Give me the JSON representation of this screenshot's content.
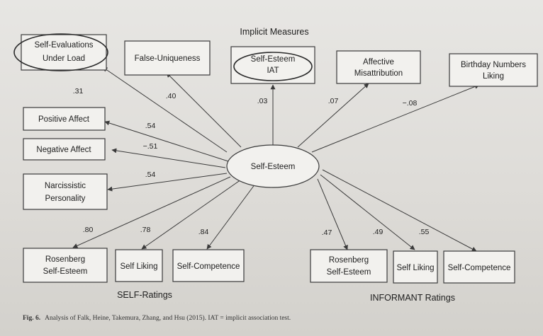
{
  "headings": {
    "implicit": "Implicit Measures",
    "self_ratings": "SELF-Ratings",
    "informant": "INFORMANT Ratings"
  },
  "center": {
    "label": "Self-Esteem"
  },
  "nodes": {
    "self_eval": [
      "Self-Evaluations",
      "Under Load"
    ],
    "false_uniq": [
      "False-Uniqueness"
    ],
    "se_iat": [
      "Self-Esteem",
      "IAT"
    ],
    "affective": [
      "Affective",
      "Misattribution"
    ],
    "birthday": [
      "Birthday Numbers",
      "Liking"
    ],
    "pos_affect": [
      "Positive Affect"
    ],
    "neg_affect": [
      "Negative Affect"
    ],
    "narciss": [
      "Narcissistic",
      "Personality"
    ],
    "ros_self": [
      "Rosenberg",
      "Self-Esteem"
    ],
    "liking_self": [
      "Self Liking"
    ],
    "comp_self": [
      "Self-Competence"
    ],
    "ros_inf": [
      "Rosenberg",
      "Self-Esteem"
    ],
    "liking_inf": [
      "Self Liking"
    ],
    "comp_inf": [
      "Self-Competence"
    ]
  },
  "coefficients": {
    "self_eval": ".31",
    "false_uniq": ".40",
    "se_iat": ".03",
    "affective": ".07",
    "birthday": "−.08",
    "pos_affect": ".54",
    "neg_affect": "−.51",
    "narciss": ".54",
    "ros_self": ".80",
    "liking_self": ".78",
    "comp_self": ".84",
    "ros_inf": ".47",
    "liking_inf": ".49",
    "comp_inf": ".55"
  },
  "caption": {
    "label": "Fig. 6.",
    "text": "Analysis of Falk, Heine, Takemura, Zhang, and Hsu (2015). IAT = implicit association test."
  }
}
